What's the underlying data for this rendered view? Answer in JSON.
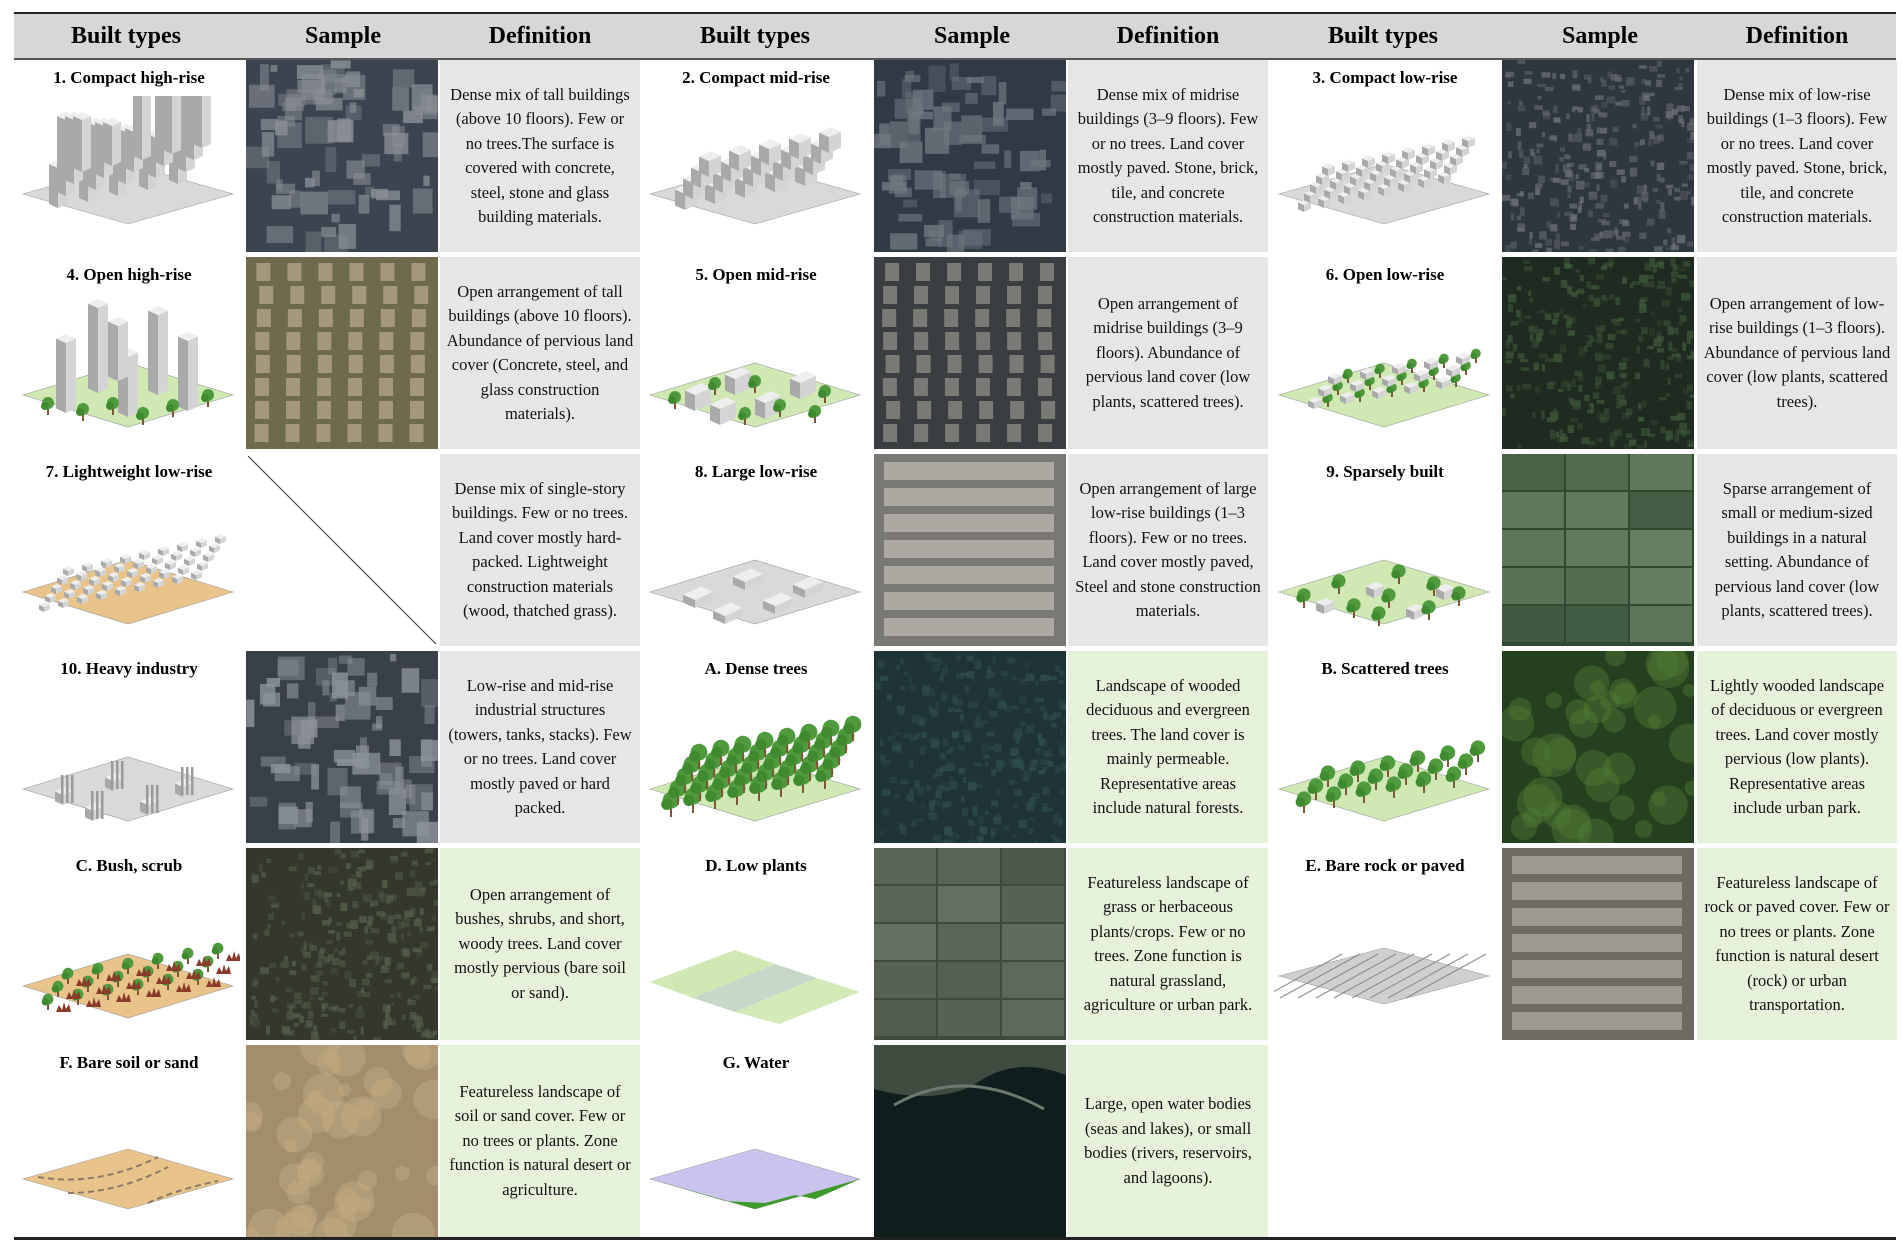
{
  "table": {
    "headers": [
      "Built types",
      "Sample",
      "Definition",
      "Built types",
      "Sample",
      "Definition",
      "Built types",
      "Sample",
      "Definition"
    ],
    "cells": [
      {
        "name": "1. Compact high-rise",
        "illustration": "compact-high-rise-icon",
        "sample": "dense-city-aerial",
        "definition": "Dense mix of tall buildings (above 10 floors). Few or no trees.The surface is covered with concrete, steel, stone and glass building materials."
      },
      {
        "name": "2. Compact mid-rise",
        "illustration": "compact-mid-rise-icon",
        "sample": "midrise-city-aerial",
        "definition": "Dense mix of midrise buildings (3–9 floors). Few or no trees.  Land cover mostly paved. Stone, brick, tile, and concrete construction materials."
      },
      {
        "name": "3. Compact low-rise",
        "illustration": "compact-low-rise-icon",
        "sample": "lowrise-city-aerial",
        "definition": "Dense mix of low-rise buildings (1–3 floors). Few or no trees. Land cover mostly paved. Stone, brick, tile, and concrete construction materials."
      },
      {
        "name": "4. Open high-rise",
        "illustration": "open-high-rise-icon",
        "sample": "residential-towers-aerial",
        "definition": "Open arrangement of tall buildings (above 10 floors). Abundance of pervious land cover (Concrete, steel, and glass construction materials)."
      },
      {
        "name": "5. Open mid-rise",
        "illustration": "open-mid-rise-icon",
        "sample": "midrise-blocks-aerial",
        "definition": "Open arrangement of midrise buildings (3–9 floors). Abundance of pervious land cover (low plants, scattered trees)."
      },
      {
        "name": "6. Open low-rise",
        "illustration": "open-low-rise-icon",
        "sample": "treed-lowrise-aerial",
        "definition": "Open arrangement of low-rise buildings (1–3 floors). Abundance of pervious land cover (low plants, scattered trees)."
      },
      {
        "name": "7. Lightweight low-rise",
        "illustration": "lightweight-low-rise-icon",
        "sample": "none",
        "definition": "Dense mix of single-story buildings. Few or no trees. Land cover mostly hard-packed. Lightweight construction materials (wood, thatched grass)."
      },
      {
        "name": "8. Large low-rise",
        "illustration": "large-low-rise-icon",
        "sample": "warehouse-roofs-aerial",
        "definition": "Open arrangement of large low-rise buildings (1–3 floors). Few or no trees. Land cover mostly paved, Steel and stone construction materials."
      },
      {
        "name": "9. Sparsely built",
        "illustration": "sparsely-built-icon",
        "sample": "rural-fields-aerial",
        "definition": "Sparse arrangement of small or medium-sized buildings in a natural setting. Abundance of pervious land cover (low plants, scattered trees)."
      },
      {
        "name": "10. Heavy industry",
        "illustration": "heavy-industry-icon",
        "sample": "industrial-aerial",
        "definition": "Low-rise and mid-rise industrial structures (towers, tanks, stacks). Few or no trees. Land cover mostly paved or hard packed."
      },
      {
        "name": "A. Dense trees",
        "illustration": "dense-trees-icon",
        "sample": "forest-canopy-aerial",
        "definition": "Landscape of wooded deciduous and evergreen trees. The land cover is mainly permeable. Representative areas include natural forests."
      },
      {
        "name": "B. Scattered trees",
        "illustration": "scattered-trees-icon",
        "sample": "park-trees-aerial",
        "definition": "Lightly wooded landscape of deciduous or evergreen trees. Land cover mostly pervious (low plants). Representative areas include urban park."
      },
      {
        "name": "C. Bush, scrub",
        "illustration": "bush-scrub-icon",
        "sample": "scrubland-aerial",
        "definition": "Open arrangement of bushes, shrubs, and short, woody trees. Land cover mostly pervious (bare soil or sand)."
      },
      {
        "name": "D. Low plants",
        "illustration": "low-plants-icon",
        "sample": "cropland-aerial",
        "definition": "Featureless landscape of grass or herbaceous plants/crops. Few or no trees. Zone function is natural grassland, agriculture or urban park."
      },
      {
        "name": "E. Bare rock or paved",
        "illustration": "bare-rock-paved-icon",
        "sample": "airport-apron-aerial",
        "definition": "Featureless landscape of rock or paved cover. Few or no trees or plants. Zone function is natural desert (rock) or urban transportation."
      },
      {
        "name": "F. Bare soil or sand",
        "illustration": "bare-soil-sand-icon",
        "sample": "desert-aerial",
        "definition": "Featureless landscape of soil or sand cover. Few or no trees or plants. Zone function is natural desert or agriculture."
      },
      {
        "name": "G. Water",
        "illustration": "water-icon",
        "sample": "lake-aerial",
        "definition": "Large, open water bodies (seas and lakes), or small bodies (rivers, reservoirs, and lagoons)."
      }
    ]
  },
  "colors": {
    "header_band": "#d7d7d7",
    "built_definition_bg": "#e6e6e6",
    "land_definition_bg": "#e6f1da",
    "building_gray": "#b9b9b9",
    "grass_green": "#cfe8b4",
    "tree_green": "#4f9a3c",
    "soil_tan": "#e9c48a",
    "water_lilac": "#c9c3ee"
  }
}
